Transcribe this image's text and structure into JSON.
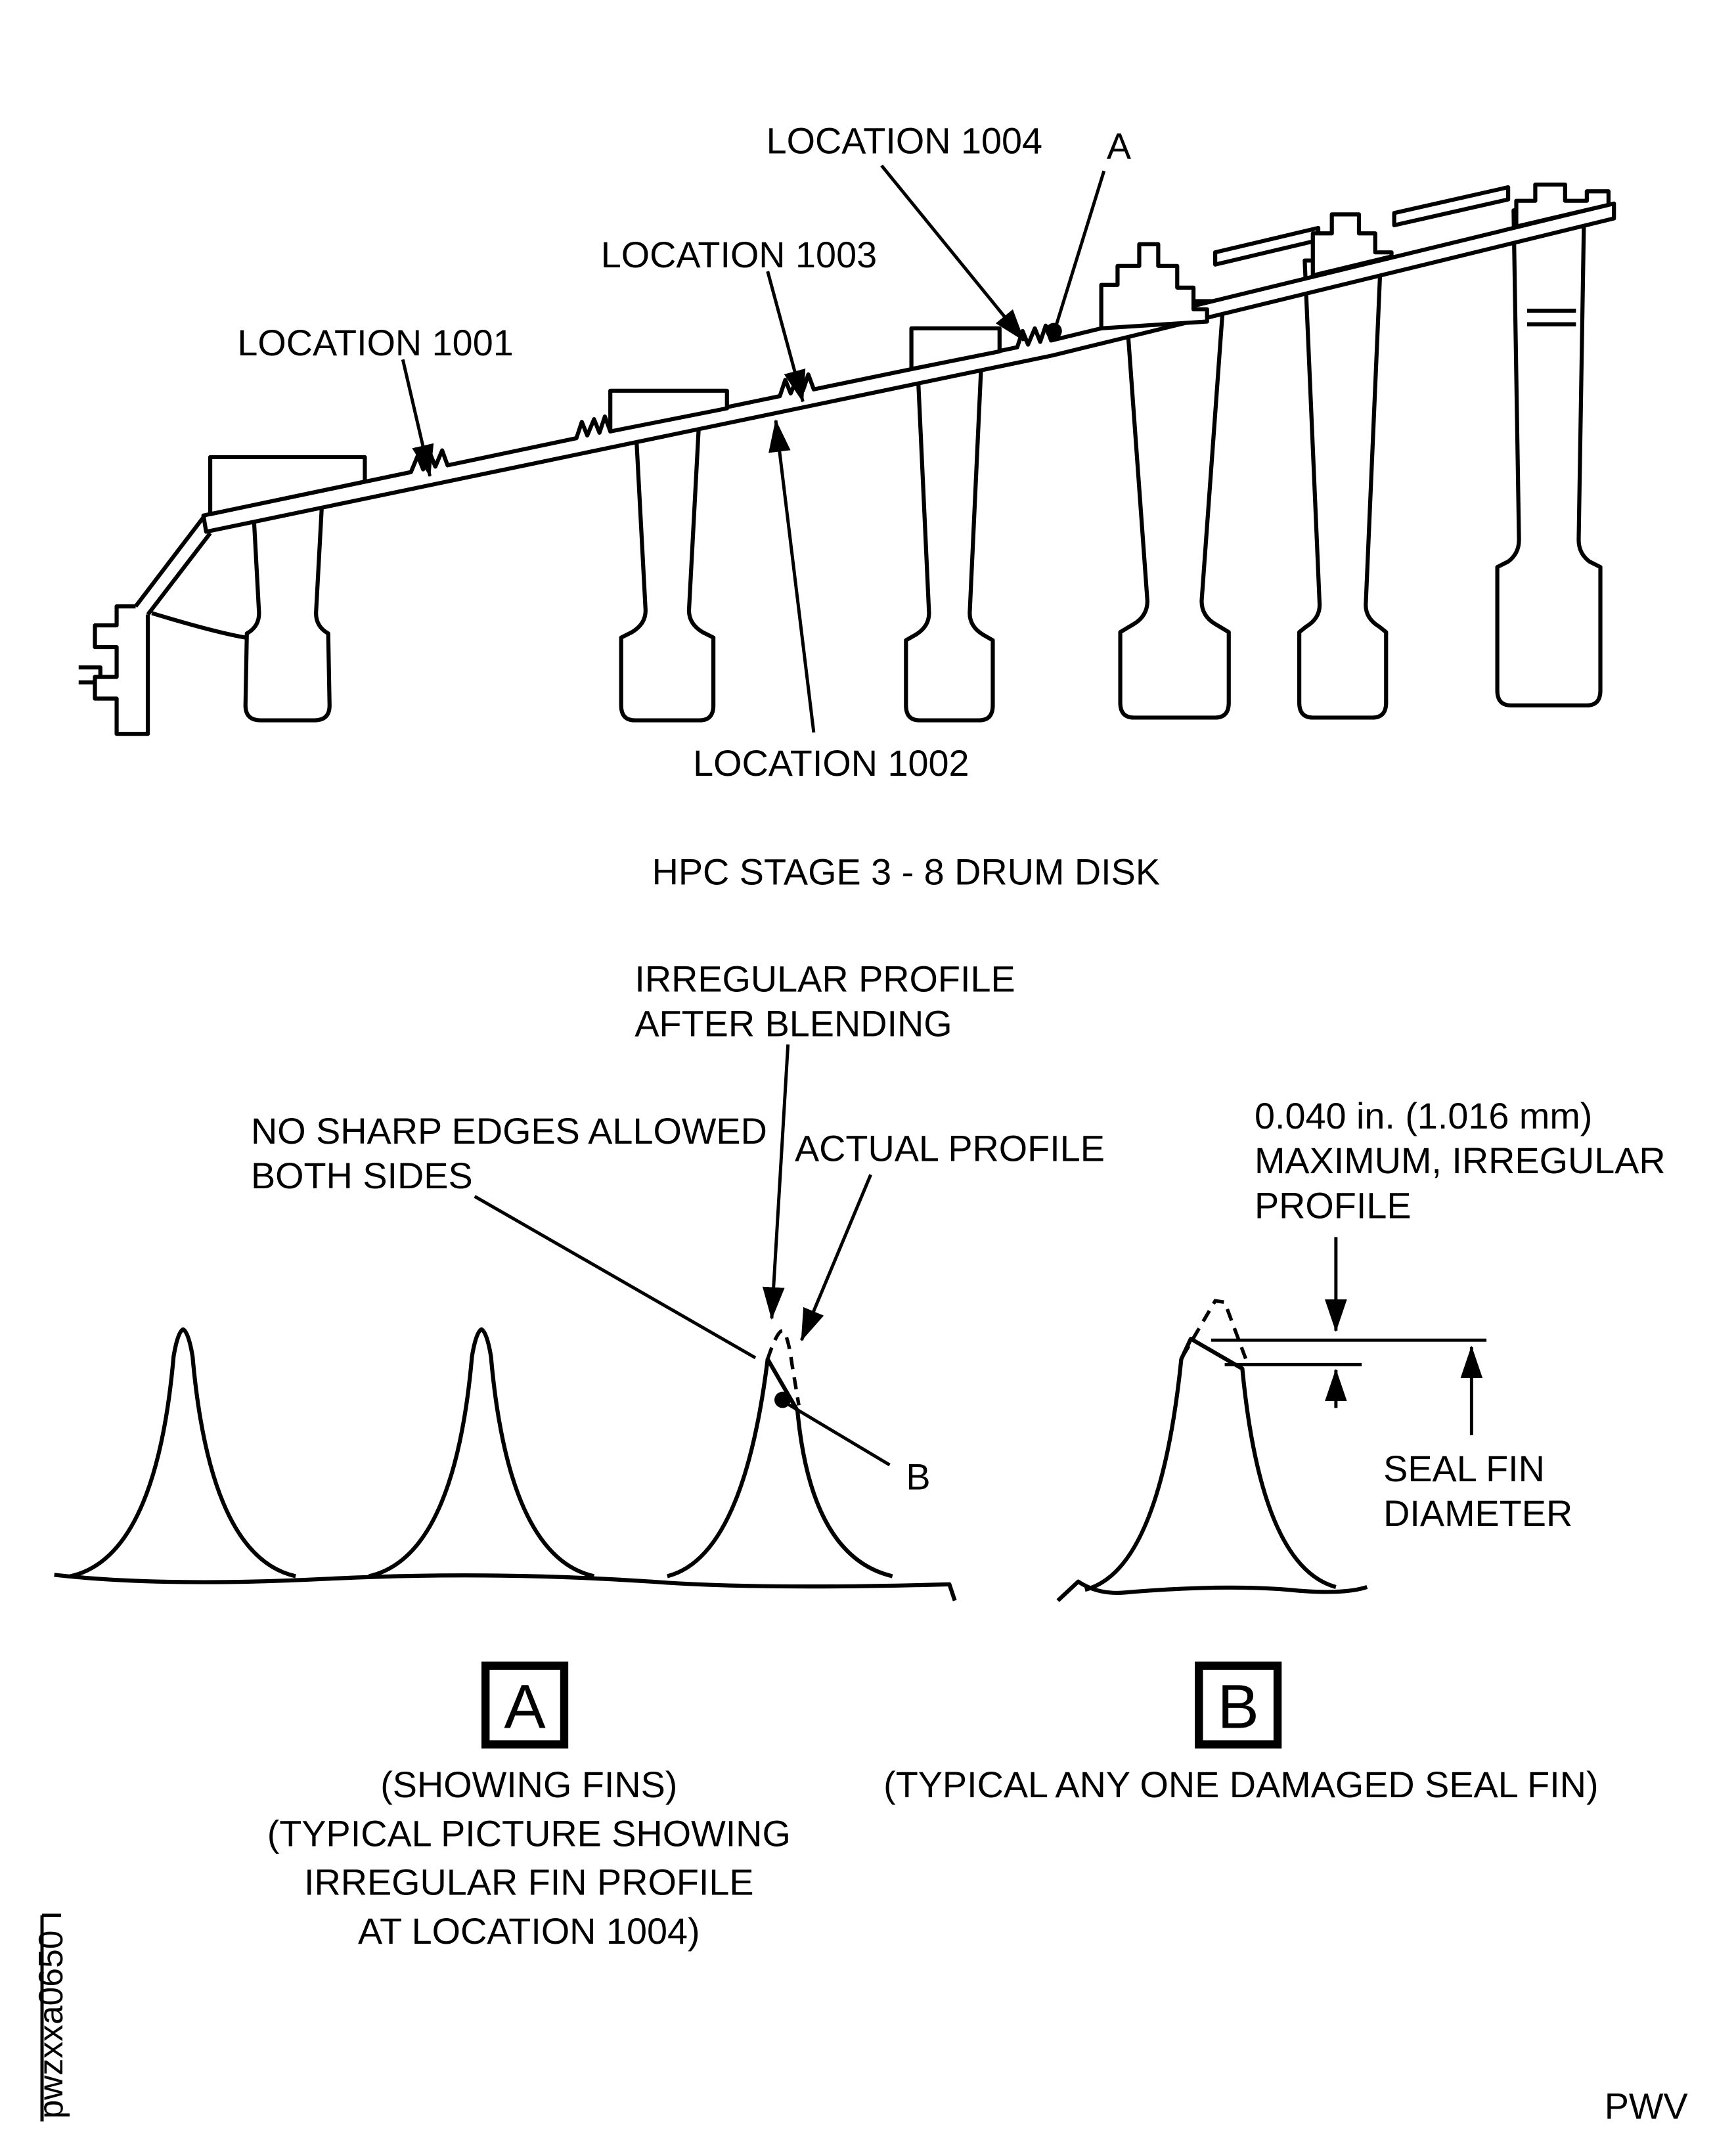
{
  "doc": {
    "footer_code": "pwzxxa0650",
    "footer_right": "PWV"
  },
  "main_view": {
    "caption": "HPC STAGE 3 - 8 DRUM DISK",
    "labels": {
      "location_1001": "LOCATION 1001",
      "location_1002": "LOCATION 1002",
      "location_1003": "LOCATION 1003",
      "location_1004": "LOCATION 1004",
      "detail_a_marker": "A"
    }
  },
  "detail_a": {
    "box_label": "A",
    "callouts": {
      "irregular_line1": "IRREGULAR PROFILE",
      "irregular_line2": "AFTER BLENDING",
      "no_sharp_line1": "NO SHARP EDGES ALLOWED",
      "no_sharp_line2": "BOTH SIDES",
      "actual_profile": "ACTUAL PROFILE",
      "detail_b_marker": "B"
    },
    "caption_lines": [
      "(SHOWING FINS)",
      "(TYPICAL PICTURE SHOWING",
      "IRREGULAR FIN PROFILE",
      "AT LOCATION 1004)"
    ]
  },
  "detail_b": {
    "box_label": "B",
    "callouts": {
      "dim_line1": "0.040 in. (1.016 mm)",
      "dim_line2": "MAXIMUM, IRREGULAR",
      "dim_line3": "PROFILE",
      "seal_line1": "SEAL FIN",
      "seal_line2": "DIAMETER"
    },
    "caption": "(TYPICAL ANY ONE DAMAGED SEAL FIN)"
  }
}
